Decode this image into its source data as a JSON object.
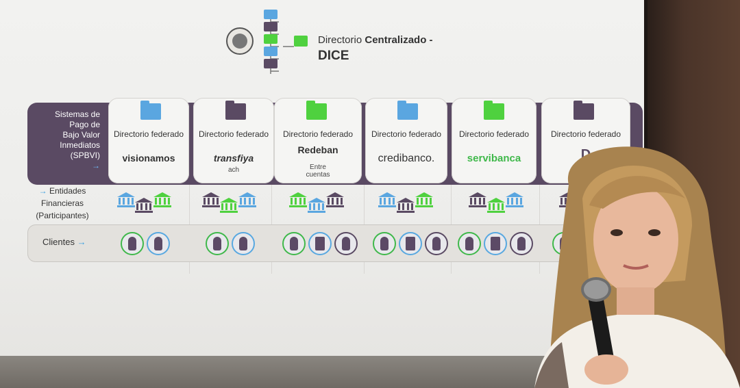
{
  "header": {
    "title_light": "Directorio",
    "title_bold": "Centralizado -",
    "title_line2": "DICE"
  },
  "band": {
    "label_lines": [
      "Sistemas de",
      "Pago de",
      "Bajo Valor",
      "Inmediatos",
      "(SPBVI)"
    ],
    "arrow": "→"
  },
  "cards": [
    {
      "dir": "Directorio federado",
      "brand": "visionamos",
      "sub": "",
      "folder_color": "#5aa6e0",
      "brand_color": "#333333"
    },
    {
      "dir": "Directorio federado",
      "brand": "transfiya",
      "sub": "ach",
      "folder_color": "#5a4a63",
      "brand_color": "#333333"
    },
    {
      "dir": "Directorio federado",
      "brand": "Redeban",
      "sub": "Entre cuentas",
      "folder_color": "#4fd13f",
      "brand_color": "#333333"
    },
    {
      "dir": "Directorio federado",
      "brand": "credibanco.",
      "sub": "",
      "folder_color": "#5aa6e0",
      "brand_color": "#333333"
    },
    {
      "dir": "Directorio federado",
      "brand": "servibanca",
      "sub": "",
      "folder_color": "#4fd13f",
      "brand_color": "#3fb84a"
    },
    {
      "dir": "Directorio federado",
      "brand": "D",
      "sub": "",
      "folder_color": "#5a4a63",
      "brand_color": "#5a4a63"
    }
  ],
  "entities": {
    "arrow": "→",
    "line1": "Entidades",
    "line2": "Financieras",
    "line3": "(Participantes)"
  },
  "clients": {
    "label": "Clientes",
    "arrow": "→"
  },
  "colors": {
    "purple": "#5a4a63",
    "green": "#4fd13f",
    "blue": "#5aa6e0"
  }
}
